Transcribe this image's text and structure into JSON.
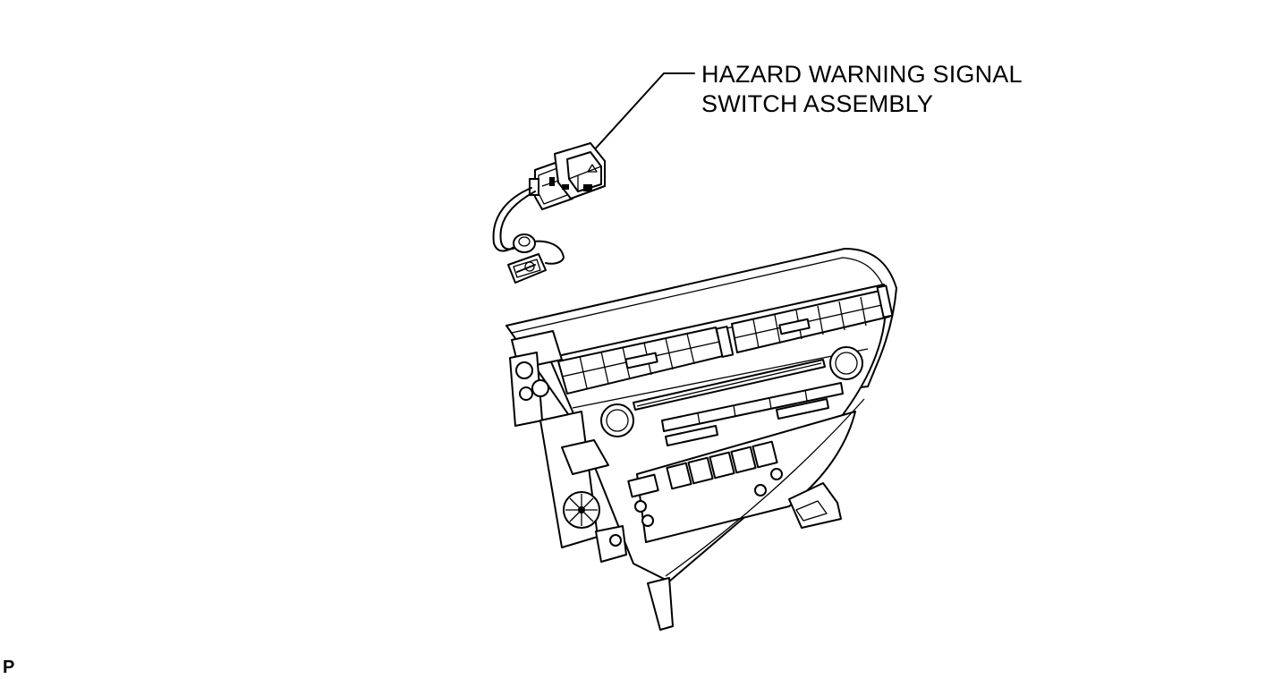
{
  "callout": {
    "line1": "HAZARD WARNING SIGNAL",
    "line2": "SWITCH ASSEMBLY"
  },
  "figure_code": "P",
  "colors": {
    "ink": "#000000",
    "paper": "#ffffff"
  },
  "icons": {
    "hazard_symbol": "warning-triangle-icon"
  }
}
